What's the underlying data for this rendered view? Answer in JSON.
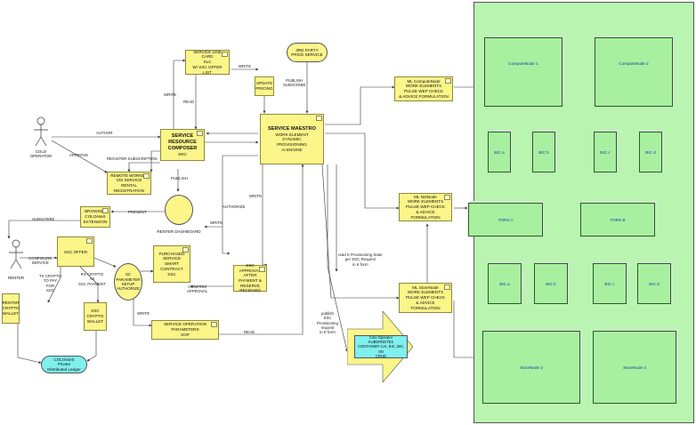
{
  "nodes": {
    "service_line_card": "SERVICE LINE CARD\nSLC\nW/ SSC OFFER LIST",
    "third_party": "3RD PARTY\nPRICE SERVICE",
    "update_pricing": "UPDATE\nPRICING",
    "service_maestro_title": "SERVICE MAESTRO",
    "service_maestro_sub": "WORK ELEMENT\nDYNAMIC\nPROVISIONING\nAI ENGINE",
    "src_title": "SERVICE RESOURCE\nCOMPOSER",
    "src_sub": "SRC",
    "remote_worker": "REMOTE WORKER\nVDI SERVICE\nRENTAL\nREGISTRATION",
    "browser_ext": "BROWSER\nCOLOsseS\nEXTENSION",
    "renter_dashboard": "RENTER DASHBOARD",
    "ssc_offer": "SSC OFFER",
    "sc_param": "SC\nPARAMETER\nSETUP\nAUTHORIZE",
    "purchased_ssc": "PURCHASED\nSERVICE SMART\nCONTRACT\nSSC",
    "ssc_approval": "SSC\nAPPROVAL\nAFTER PAYMENT &\nRESERVE RECEIVED",
    "renter_wallet": "RENTER\nCRYPTO\nWALLET",
    "ssc_wallet": "SSC\nCRYPTO\nWALLET",
    "service_op": "SERVICE OPERATION\nPARAMETERS\nSOP",
    "ledger": "COLOsseS\nPrivate\nDistributed Ledger",
    "ml_compute": "ML ComputeNode\nWORK ELEMENTS\nPULSE WEP CHECK\n& ADVICE FORMULATION",
    "ml_net": "ML NetNode\nWORK ELEMENTS\nPULSE WEP CHECK\n& ADVICE FORMULATION",
    "ml_store": "ML StoreNode\nWORK ELEMENTS\nPULSE WEP CHECK\n& ADVICE FORMULATION",
    "colo_operator_arrow": "Colo Operator\nKUBERNETES\nCONTAINER CAI, BIC, BIX, SN\nCRUD"
  },
  "actors": {
    "colo_operator": "COLO\nOPERATOR",
    "renter": "RENTER"
  },
  "green": {
    "compute1": "ComputeNode 1",
    "compute2": "ComputeNode 2",
    "bic_a_top": "BIC a",
    "bic_b_top": "BIC b",
    "bic_c_top": "BIC c",
    "bic_d_top": "BIC d",
    "tors_a": "TORS A",
    "tors_b": "TORS  B",
    "bic_a_bot": "BIC a",
    "bic_b_bot": "BIC b",
    "bic_c_bot": "BIC c",
    "bic_d_bot": "BIC d",
    "store3": "StoreNode 3",
    "store4": "StoreNode 4"
  },
  "labels": {
    "write_top": "WRITE",
    "write_left": "WRITE",
    "read_top": "READ",
    "publish_subscribe": "PUBLISH\nSUBSCRIBE",
    "author": "AUTHOR",
    "approve": "APPROVE",
    "register_subscription": "REGISTER SUBSCRIPTION",
    "publish": "PUBLISH",
    "subscribe": "SUBSCRIBE",
    "present": "PRESENT",
    "authorize": "AUTHORIZE",
    "write_mid": "WRITE",
    "write_mid2": "WRITE",
    "configure_service": "CONFIGURE\nSERVICE",
    "tx_crypto": "TX CRYPTO\nTO PAY\nFOR\nSSC",
    "rx_crypto": "RX CRYPTO\nAS\nSSC PAYMENT",
    "confirm_approval": "CONFIRM\nAPPROVAL",
    "write_bottom": "WRITE",
    "read_bottom": "READ",
    "read_k": "read K Provisioning State\nper SSC Request\nin K form",
    "publish_ssc": "publish\nSSC\nProvisioning\nrequest\nin K form"
  }
}
